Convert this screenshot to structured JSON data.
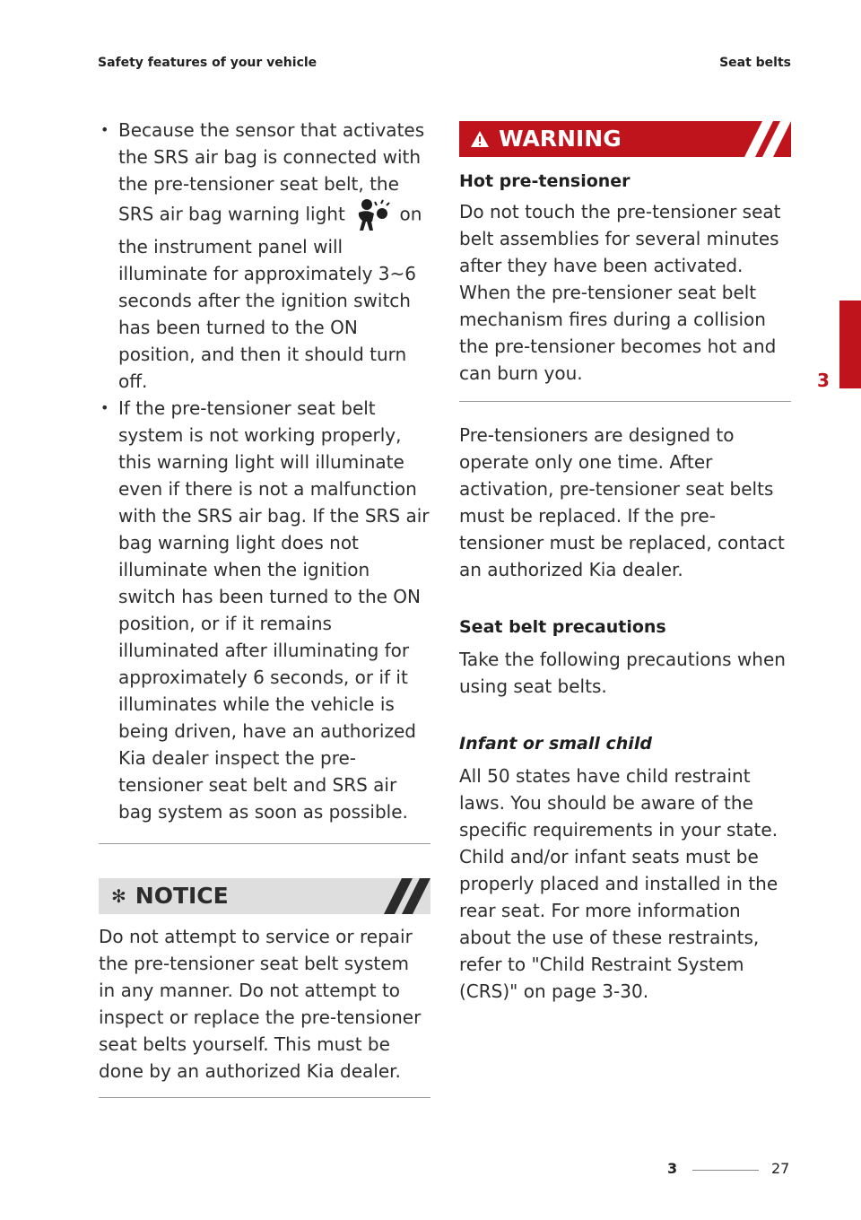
{
  "header": {
    "left": "Safety features of your vehicle",
    "right": "Seat belts"
  },
  "left_column": {
    "bullet1_before_icon": "Because the sensor that activates the SRS air bag is connected with the pre-tensioner seat belt, the SRS air bag warning light",
    "bullet1_after_icon": "on the instrument panel will illuminate for approximately 3~6 seconds after the ignition switch has been turned to the ON position, and then it should turn off.",
    "bullet2": "If the pre-tensioner seat belt system is not working properly, this warning light will illuminate even if there is not a malfunction with the SRS air bag. If the SRS air bag warning light does not illuminate when the ignition switch has been turned to the ON position, or if it remains illuminated after illuminating for approximately 6 seconds, or if it illuminates while the vehicle is being driven, have an authorized Kia dealer inspect the pre-tensioner seat belt and SRS air bag system as soon as possible.",
    "notice": {
      "title": "NOTICE",
      "icon": "asterisk-icon",
      "body": "Do not attempt to service or repair the pre-tensioner seat belt system in any manner. Do not attempt to inspect or replace the pre-tensioner seat belts yourself. This must be done by an authorized Kia dealer."
    }
  },
  "right_column": {
    "warning": {
      "title": "WARNING",
      "icon": "warning-triangle-icon",
      "heading": "Hot pre-tensioner",
      "body": "Do not touch the pre-tensioner seat belt assemblies for several minutes after they have been activated. When the pre-tensioner seat belt mechanism fires during a collision the pre-tensioner becomes hot and can burn you."
    },
    "paragraph1": "Pre-tensioners are designed to operate only one time. After activation, pre-tensioner seat belts must be replaced. If the pre-tensioner must be replaced, contact an authorized Kia dealer.",
    "section_heading": "Seat belt precautions",
    "paragraph2": "Take the following precautions when using seat belts.",
    "subheading": "Infant or small child",
    "paragraph3": "All 50 states have child restraint laws. You should be aware of the specific requirements in your state. Child and/or infant seats must be properly placed and installed in the rear seat. For more information about the use of these restraints, refer to \"Child Restraint System (CRS)\" on page 3-30."
  },
  "side_tab": {
    "number": "3",
    "color": "#c0141d"
  },
  "footer": {
    "chapter": "3",
    "page": "27"
  },
  "colors": {
    "accent": "#c0141d",
    "notice_bg": "#dedede"
  }
}
